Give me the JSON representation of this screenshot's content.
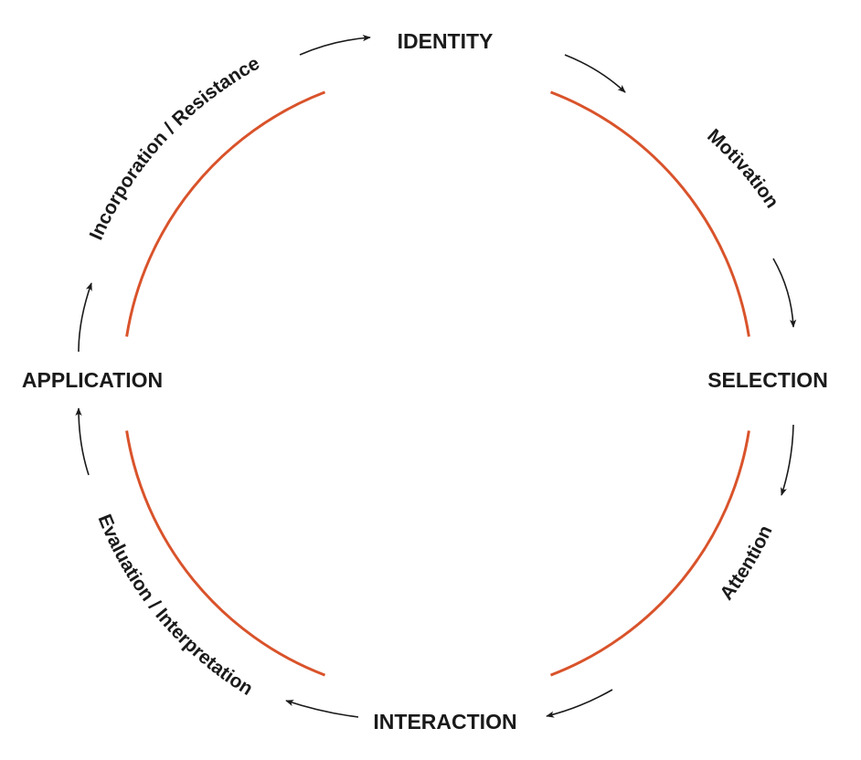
{
  "colors": {
    "ring": "#d9532b",
    "arrow": "#1a1a1a",
    "text": "#1a1a1a",
    "background": "#ffffff"
  },
  "nodes": {
    "identity": "IDENTITY",
    "selection": "SELECTION",
    "interaction": "INTERACTION",
    "application": "APPLICATION"
  },
  "transitions": {
    "motivation": "Motivation",
    "attention": "Attention",
    "evaluation": "Evaluation / Interpretation",
    "incorporation": "Incorporation / Resistance"
  }
}
